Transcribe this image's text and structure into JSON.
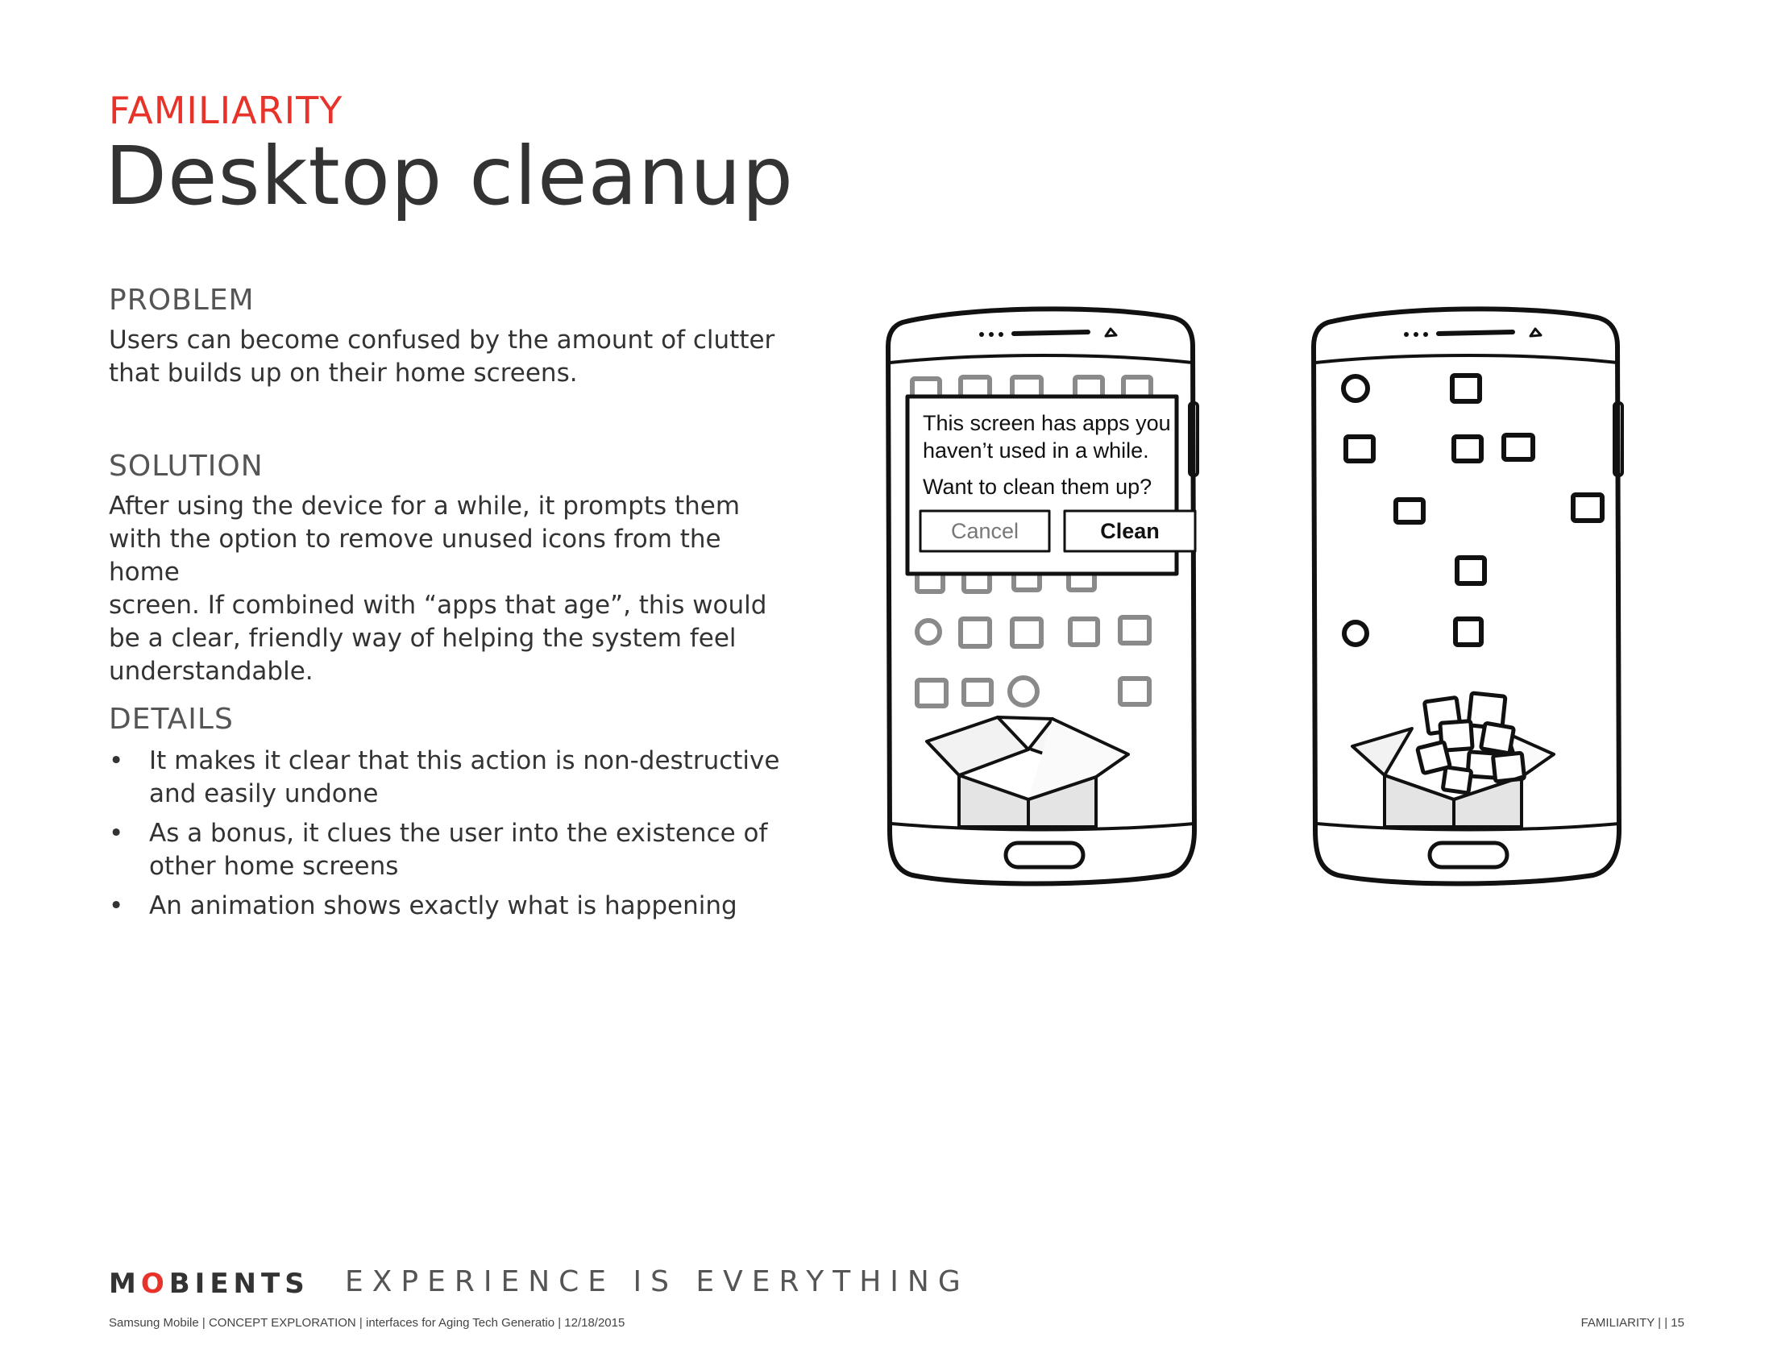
{
  "header": {
    "eyebrow": "FAMILIARITY",
    "title": "Desktop cleanup"
  },
  "problem": {
    "heading": "PROBLEM",
    "lines": [
      "Users can become confused by the amount of clutter",
      "that builds up on their home screens."
    ]
  },
  "solution": {
    "heading": "SOLUTION",
    "lines": [
      "After using the device for a while, it prompts them",
      "with the option to remove unused icons from the home",
      "screen. If combined with “apps that age”, this would",
      "be a clear, friendly way of helping the system feel",
      "understandable."
    ]
  },
  "details": {
    "heading": "DETAILS",
    "bullet_glyph": "•",
    "items": [
      {
        "lines": [
          "It makes it clear that this action is non-destructive",
          "and easily undone"
        ]
      },
      {
        "lines": [
          "As a bonus, it clues the user into the existence of",
          "other home screens"
        ]
      },
      {
        "lines": [
          "An animation shows exactly what is happening"
        ]
      }
    ]
  },
  "dialog": {
    "line1": "This screen has apps you",
    "line2": "haven’t used in a while.",
    "line3": "Want to clean them up?",
    "cancel_label": "Cancel",
    "clean_label": "Clean"
  },
  "footer": {
    "brand_first": "M",
    "brand_o": "O",
    "brand_rest": "BIENTS",
    "tagline": "EXPERIENCE IS EVERYTHING",
    "meta": "Samsung Mobile | CONCEPT EXPLORATION | interfaces for Aging Tech Generatio | 12/18/2015",
    "page": "FAMILIARITY  |   | 15"
  },
  "colors": {
    "accent": "#e8332a",
    "text": "#333333"
  }
}
